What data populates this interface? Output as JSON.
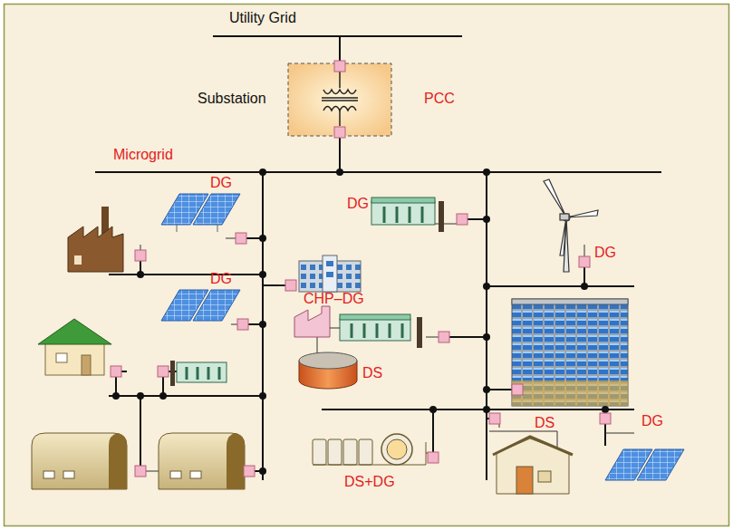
{
  "diagram": {
    "labels": [
      "Utility Grid",
      "Substation",
      "PCC",
      "Microgrid",
      "DG",
      "DG",
      "DG",
      "DG",
      "CHP–DG",
      "DS",
      "DS",
      "DG",
      "DS+DG"
    ]
  }
}
